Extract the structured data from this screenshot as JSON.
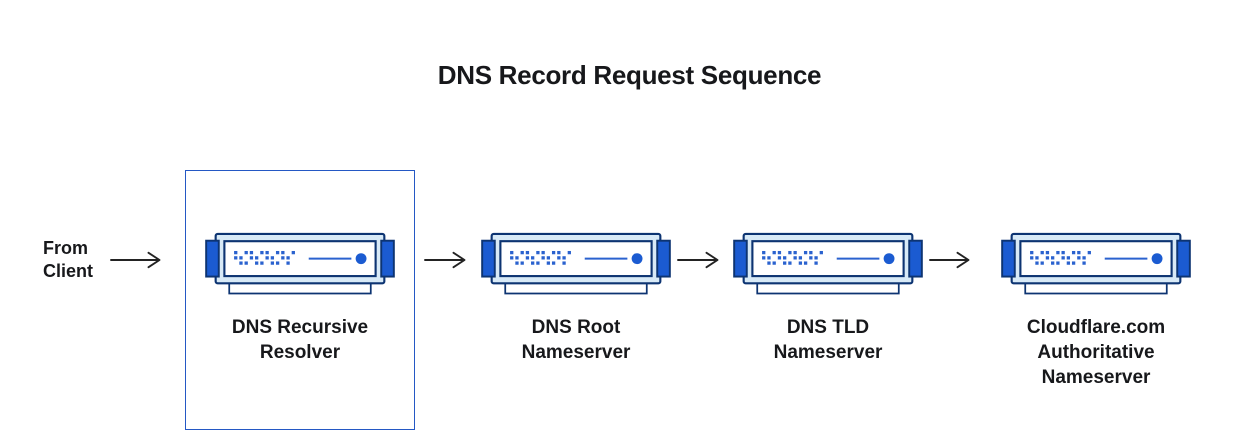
{
  "title": "DNS Record Request Sequence",
  "source": {
    "label_lines": [
      "From",
      "Client"
    ]
  },
  "nodes": [
    {
      "id": "dns-recursive-resolver",
      "icon": "server-icon",
      "highlighted": true,
      "label_lines": [
        "DNS Recursive",
        "Resolver"
      ]
    },
    {
      "id": "dns-root-nameserver",
      "icon": "server-icon",
      "highlighted": false,
      "label_lines": [
        "DNS Root",
        "Nameserver"
      ]
    },
    {
      "id": "dns-tld-nameserver",
      "icon": "server-icon",
      "highlighted": false,
      "label_lines": [
        "DNS TLD",
        "Nameserver"
      ]
    },
    {
      "id": "cloudflare-authoritative-nameserver",
      "icon": "server-icon",
      "highlighted": false,
      "label_lines": [
        "Cloudflare.com",
        "Authoritative",
        "Nameserver"
      ]
    }
  ],
  "edges": [
    {
      "from": "from-client",
      "to": "dns-recursive-resolver"
    },
    {
      "from": "dns-recursive-resolver",
      "to": "dns-root-nameserver"
    },
    {
      "from": "dns-root-nameserver",
      "to": "dns-tld-nameserver"
    },
    {
      "from": "dns-tld-nameserver",
      "to": "cloudflare-authoritative-nameserver"
    }
  ],
  "colors": {
    "background": "#ffffff",
    "text": "#17181b",
    "arrow": "#232323",
    "icon_stroke_navy": "#0d3472",
    "icon_fill_light_blue": "#d8eaf7",
    "icon_accent_blue": "#1b5bd1",
    "icon_dot_blue": "#2a62cf",
    "highlight_box_border": "#2458c4"
  }
}
